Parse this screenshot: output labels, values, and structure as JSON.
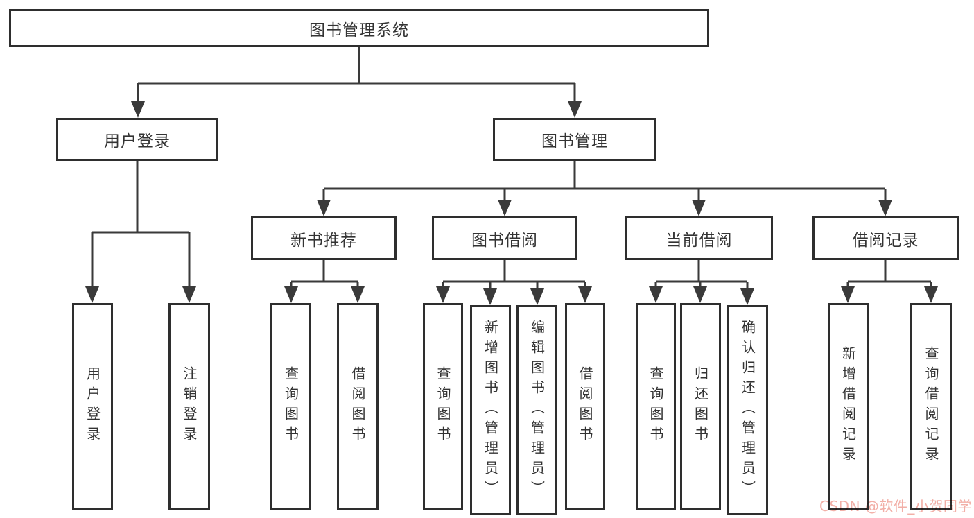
{
  "diagram_title": "图书管理系统",
  "tree": {
    "label": "图书管理系统",
    "children": [
      {
        "label": "用户登录",
        "children": [
          {
            "label": "用户登录"
          },
          {
            "label": "注销登录"
          }
        ]
      },
      {
        "label": "图书管理",
        "children": [
          {
            "label": "新书推荐",
            "children": [
              {
                "label": "查询图书"
              },
              {
                "label": "借阅图书"
              }
            ]
          },
          {
            "label": "图书借阅",
            "children": [
              {
                "label": "查询图书"
              },
              {
                "label": "新增图书（管理员）"
              },
              {
                "label": "编辑图书（管理员）"
              },
              {
                "label": "借阅图书"
              }
            ]
          },
          {
            "label": "当前借阅",
            "children": [
              {
                "label": "查询图书"
              },
              {
                "label": "归还图书"
              },
              {
                "label": "确认归还（管理员）"
              }
            ]
          },
          {
            "label": "借阅记录",
            "children": [
              {
                "label": "新增借阅记录"
              },
              {
                "label": "查询借阅记录"
              }
            ]
          }
        ]
      }
    ]
  },
  "colors": {
    "line": "#3a3a3a",
    "box_border": "#2e2e2e",
    "text": "#333333",
    "watermark": "#f2afa7"
  },
  "watermark": {
    "text": "CSDN @软件_小贺同学"
  }
}
